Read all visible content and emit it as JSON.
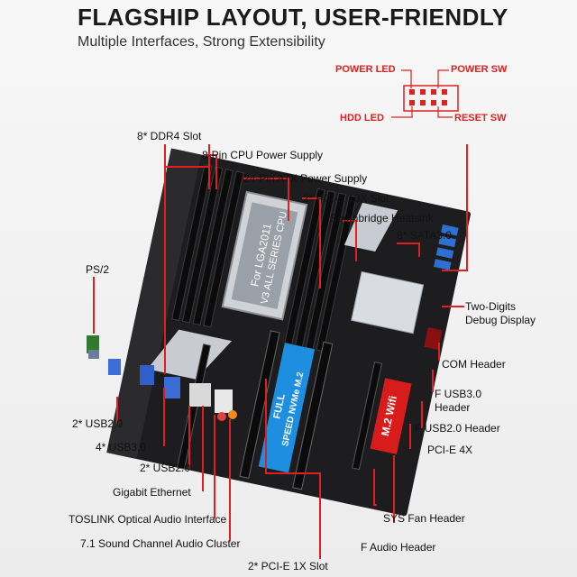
{
  "title": "FLAGSHIP LAYOUT, USER-FRIENDLY",
  "subtitle": "Multiple Interfaces, Strong Extensibility",
  "front_panel": {
    "power_led": "POWER LED",
    "power_sw": "POWER SW",
    "hdd_led": "HDD  LED",
    "reset_sw": "RESET SW"
  },
  "labels": {
    "ddr4": "8* DDR4 Slot",
    "cpu_power": "8-Pin CPU Power Supply",
    "atx_power": "24-Pin ATX Power Supply",
    "pcie16": "2* PCI-E 16X Slot",
    "southbridge": "Southbridge Heatsink",
    "sata": "8* SATA3.0",
    "ps2": "PS/2",
    "debug": "Two-Digits Debug Display",
    "com": "COM Header",
    "fusb3": "F USB3.0 Header",
    "fusb2": "F USB2.0 Header",
    "pcie4": "PCI-E 4X",
    "usb20_a": "2* USB2.0",
    "usb30": "4* USB3.0",
    "usb20_b": "2* USB2.0",
    "gigabit": "Gigabit Ethernet",
    "toslink": "TOSLINK Optical Audio Interface",
    "audio71": "7.1 Sound Channel Audio Cluster",
    "sysfan": "SYS Fan Header",
    "faudio": "F Audio Header",
    "pcie1": "2* PCI-E 1X Slot"
  },
  "board_text": {
    "cpu_text_1": "For LGA2011",
    "cpu_text_2": "V3 ALL SERIES CPU",
    "nvme_1": "FULL",
    "nvme_2": "SPEED NVMe M.2",
    "wifi": "M.2 Wifi"
  },
  "colors": {
    "accent_red": "#e02020",
    "nvme_blue": "#1e8fe0",
    "wifi_red": "#d81c1c",
    "board_dark": "#1d1d1f"
  }
}
